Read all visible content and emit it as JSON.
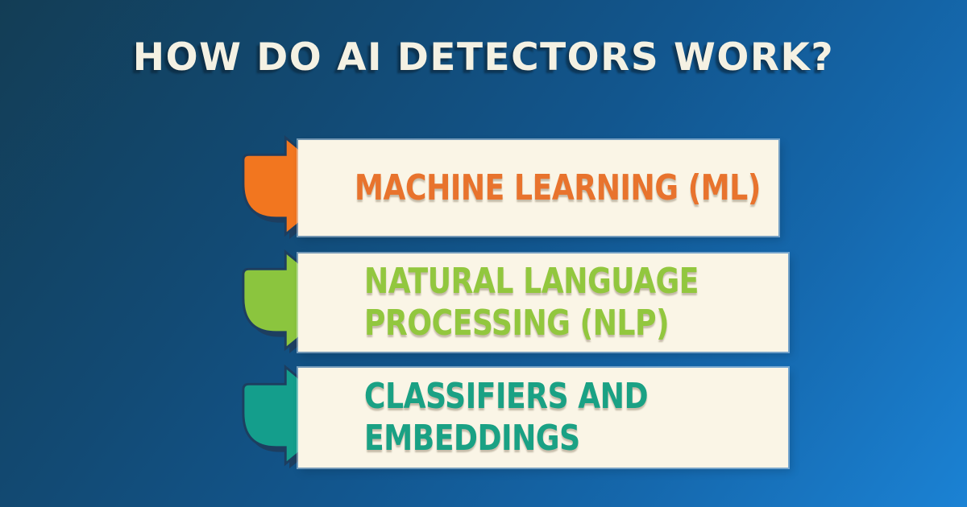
{
  "title": {
    "text": "HOW DO AI DETECTORS WORK?"
  },
  "colors": {
    "background_top_left": "#133d55",
    "background_mid": "#12568e",
    "background_bottom_right": "#1b82d4",
    "title_text": "#f4f1e3",
    "card_background": "#faf5e6",
    "arrow_outline": "#1d3e60"
  },
  "steps": [
    {
      "id": "machine-learning",
      "lines": [
        "MACHINE LEARNING (ML)"
      ],
      "text_color": "#e8732d",
      "arrow_color": "#f2761f"
    },
    {
      "id": "natural-language-processing",
      "lines": [
        "NATURAL LANGUAGE",
        "PROCESSING (NLP)"
      ],
      "text_color": "#92c73e",
      "arrow_color": "#8bc53e"
    },
    {
      "id": "classifiers-embeddings",
      "lines": [
        "CLASSIFIERS AND",
        "EMBEDDINGS"
      ],
      "text_color": "#1aa184",
      "arrow_color": "#149e8c"
    }
  ]
}
